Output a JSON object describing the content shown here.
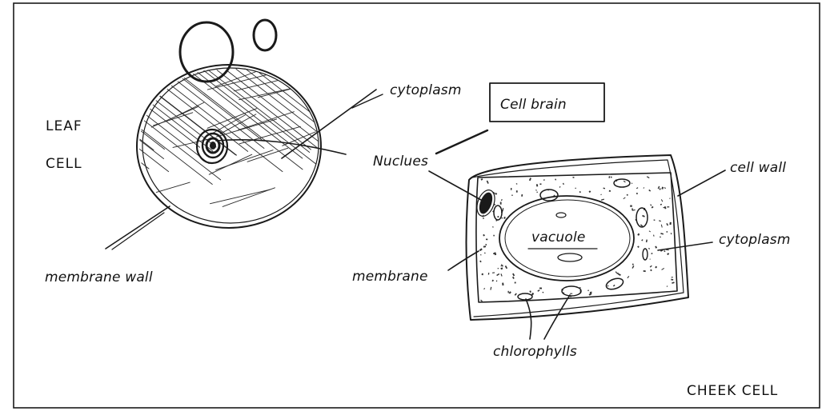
{
  "diagram": {
    "leaf_cell": {
      "name_line1": "LEAF",
      "name_line2": "CELL",
      "label_cytoplasm": "cytoplasm",
      "label_membrane_wall": "membrane wall"
    },
    "callout": {
      "text": "Cell brain"
    },
    "shared": {
      "label_nucleus": "Nuclues"
    },
    "cheek_cell": {
      "name": "CHEEK CELL",
      "label_cell_wall": "cell wall",
      "label_cytoplasm": "cytoplasm",
      "label_membrane": "membrane",
      "label_vacuole": "vacuole",
      "label_chlorophylls": "chlorophylls"
    }
  }
}
